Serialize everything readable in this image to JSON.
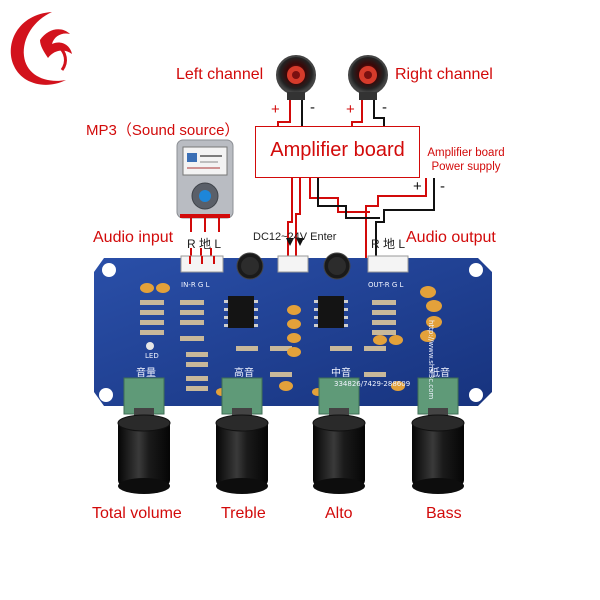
{
  "labels": {
    "left_channel": "Left channel",
    "right_channel": "Right channel",
    "mp3_source": "MP3（Sound source）",
    "amplifier_board": "Amplifier board",
    "ps_line1": "Amplifier board",
    "ps_line2": "Power supply",
    "audio_input": "Audio input",
    "audio_output": "Audio output",
    "dc_enter": "DC12~24V Enter",
    "rgl_in": "R 地 L",
    "rgl_out": "R 地 L",
    "total_volume": "Total volume",
    "treble": "Treble",
    "alto": "Alto",
    "bass": "Bass"
  },
  "polarity": {
    "left_plus": "+",
    "left_minus": "-",
    "right_plus": "+",
    "right_minus": "-",
    "ps_plus": "+",
    "ps_minus": "-"
  },
  "pcb": {
    "vol_label": "音量",
    "treble_label": "高音",
    "mid_label": "中音",
    "bass_label": "低音",
    "in_pins": "IN-R G L",
    "out_pins": "OUT-R G L",
    "url": "http://www.shsl3c.com",
    "led": "LED",
    "code": "334826/7429-288609"
  },
  "colors": {
    "label_red": "#d20a0a",
    "pcb_blue": "#1f3f93",
    "knob_black": "#151515",
    "pot_green": "#5f9a78"
  }
}
